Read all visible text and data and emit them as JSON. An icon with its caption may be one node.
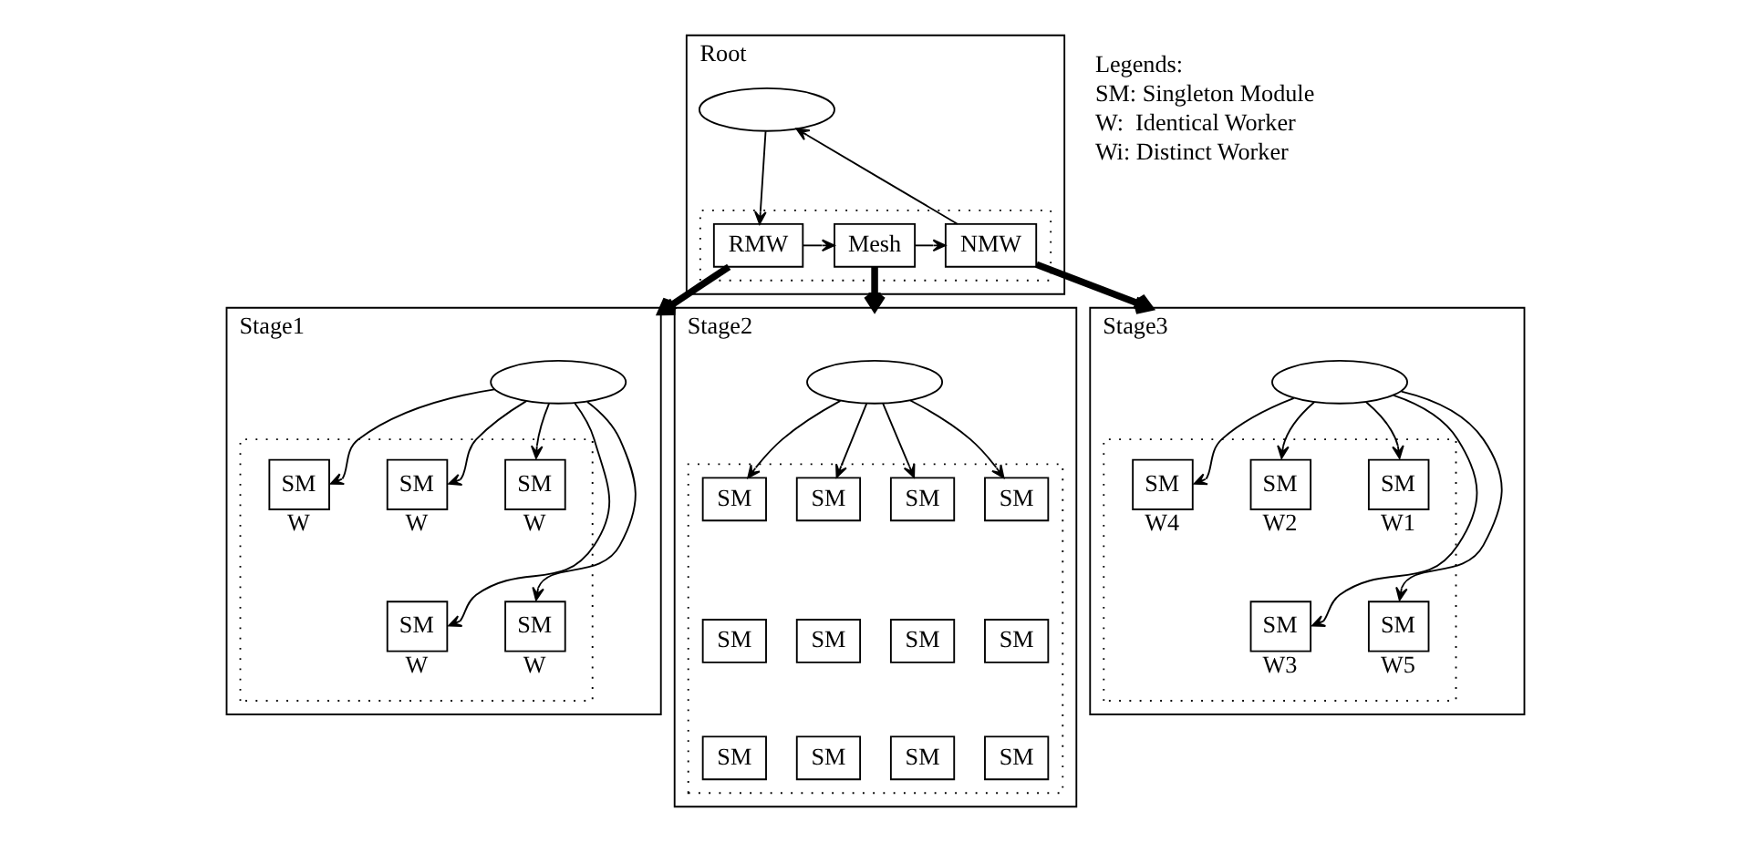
{
  "diagram": {
    "nodes": [
      {
        "text": [
          "Root"
        ]
      },
      {
        "text": [],
        "shape": "ellipse",
        "in": 0
      },
      {
        "text": [],
        "shape": "box",
        "in": 0
      },
      {
        "text": [
          "RMW"
        ],
        "in": 2
      },
      {
        "text": [
          "Mesh"
        ],
        "in": 2
      },
      {
        "text": [
          "NMW"
        ],
        "in": 2
      },
      {
        "text": [
          "Stage1"
        ]
      },
      {
        "text": [],
        "shape": "ellipse",
        "in": 6
      },
      {
        "text": [],
        "shape": "box",
        "in": 6
      },
      {
        "text": [
          "SM"
        ],
        "in": 8,
        "beside": [
          "W"
        ]
      },
      {
        "text": [
          "SM"
        ],
        "in": 8,
        "beside": [
          "W"
        ]
      },
      {
        "text": [
          "SM"
        ],
        "in": 8,
        "beside": [
          "W"
        ]
      },
      {
        "text": [
          "SM"
        ],
        "in": 8,
        "beside": [
          "W"
        ]
      },
      {
        "text": [
          "SM"
        ],
        "in": 8,
        "beside": [
          "W"
        ]
      },
      {
        "text": [
          "Stage2"
        ]
      },
      {
        "text": [],
        "shape": "ellipse",
        "in": 14
      },
      {
        "text": [],
        "shape": "box",
        "in": 14
      },
      {
        "text": [
          "SM"
        ],
        "in": 16
      },
      {
        "text": [
          "SM"
        ],
        "in": 16
      },
      {
        "text": [
          "SM"
        ],
        "in": 16
      },
      {
        "text": [
          "SM"
        ],
        "in": 16
      },
      {
        "text": [
          "SM"
        ],
        "in": 16
      },
      {
        "text": [
          "SM"
        ],
        "in": 16
      },
      {
        "text": [
          "SM"
        ],
        "in": 16
      },
      {
        "text": [
          "SM"
        ],
        "in": 16
      },
      {
        "text": [
          "SM"
        ],
        "in": 16
      },
      {
        "text": [
          "SM"
        ],
        "in": 16
      },
      {
        "text": [
          "SM"
        ],
        "in": 16
      },
      {
        "text": [
          "SM"
        ],
        "in": 16
      },
      {
        "text": [
          "Stage3"
        ]
      },
      {
        "text": [],
        "shape": "ellipse",
        "in": 29
      },
      {
        "text": [],
        "shape": "box",
        "in": 29
      },
      {
        "text": [
          "SM"
        ],
        "in": 31,
        "beside": [
          "W1"
        ]
      },
      {
        "text": [
          "SM"
        ],
        "in": 31,
        "beside": [
          "W3"
        ]
      },
      {
        "text": [
          "SM"
        ],
        "in": 31,
        "beside": [
          "W2"
        ]
      },
      {
        "text": [
          "SM"
        ],
        "in": 31,
        "beside": [
          "W5"
        ]
      },
      {
        "text": [
          "SM"
        ],
        "in": 31,
        "beside": [
          "W4"
        ]
      }
    ],
    "edges": [
      {
        "from": 1,
        "to": 3,
        "arrow": "to"
      },
      {
        "from": 3,
        "to": 4,
        "arrow": "to"
      },
      {
        "from": 4,
        "to": 5,
        "arrow": "to"
      },
      {
        "from": 5,
        "to": 1,
        "arrow": "to"
      },
      {
        "from": 3,
        "to": 6,
        "arrow": "to",
        "style": "thick"
      },
      {
        "from": 4,
        "to": 14,
        "arrow": "to",
        "style": "thick"
      },
      {
        "from": 5,
        "to": 29,
        "arrow": "to",
        "style": "thick"
      },
      {
        "from": 7,
        "to": 9,
        "arrow": "to"
      },
      {
        "from": 7,
        "to": 10,
        "arrow": "to"
      },
      {
        "from": 7,
        "to": 11,
        "arrow": "to"
      },
      {
        "from": 7,
        "to": 12,
        "arrow": "to"
      },
      {
        "from": 7,
        "to": 13,
        "arrow": "to"
      },
      {
        "from": 15,
        "to": 17,
        "arrow": "to"
      },
      {
        "from": 15,
        "to": 18,
        "arrow": "to"
      },
      {
        "from": 15,
        "to": 19,
        "arrow": "to"
      },
      {
        "from": 15,
        "to": 20,
        "arrow": "to"
      },
      {
        "from": 30,
        "to": 32,
        "arrow": "to"
      },
      {
        "from": 30,
        "to": 33,
        "arrow": "to"
      },
      {
        "from": 30,
        "to": 34,
        "arrow": "to"
      },
      {
        "from": 30,
        "to": 35,
        "arrow": "to"
      },
      {
        "from": 30,
        "to": 36,
        "arrow": "to"
      }
    ],
    "labels": [
      "Legends:",
      "SM: Singleton Module",
      "W:  Identical Worker",
      "Wi: Distinct Worker"
    ]
  }
}
